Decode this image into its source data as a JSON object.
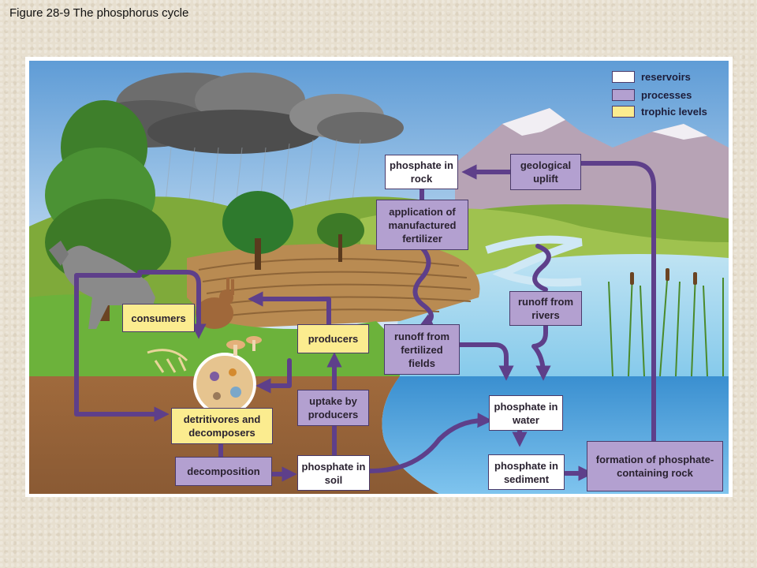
{
  "figure_title": "Figure 28-9 The phosphorus cycle",
  "legend": {
    "reservoirs": "reservoirs",
    "processes": "processes",
    "trophic_levels": "trophic levels"
  },
  "colors": {
    "reservoir": "#ffffff",
    "process": "#b3a0d0",
    "trophic": "#fbec8f",
    "arrow": "#5e3f8a"
  },
  "boxes": {
    "phosphate_in_rock": "phosphate in rock",
    "geological_uplift": "geological uplift",
    "application_of_fertilizer": "application of manufactured fertilizer",
    "runoff_from_rivers": "runoff from rivers",
    "runoff_from_fertilized_fields": "runoff from fertilized fields",
    "consumers": "consumers",
    "producers": "producers",
    "uptake_by_producers": "uptake by producers",
    "detritivores_and_decomposers": "detritivores and decomposers",
    "decomposition": "decomposition",
    "phosphate_in_soil": "phosphate in soil",
    "phosphate_in_water": "phosphate in water",
    "phosphate_in_sediment": "phosphate in sediment",
    "formation_of_phosphate_rock": "formation of phosphate-containing rock"
  }
}
